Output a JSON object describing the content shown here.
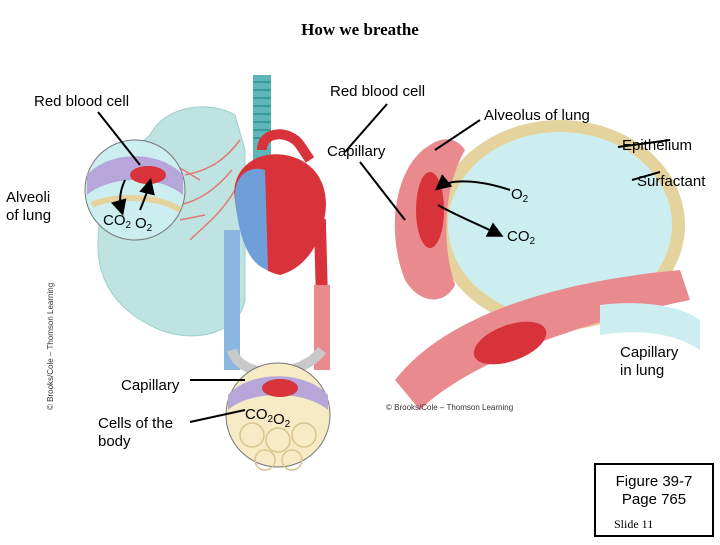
{
  "title": "How we breathe",
  "labels": {
    "rbc_left": "Red blood cell",
    "rbc_right": "Red blood cell",
    "alveolus_of_lung": "Alveolus of lung",
    "capillary_top": "Capillary",
    "epithelium": "Epithelium",
    "surfactant": "Surfactant",
    "alveoli_line1": "Alveoli",
    "alveoli_line2": "of lung",
    "co2_left": "CO",
    "o2_left": "O",
    "o2_right": "O",
    "co2_right": "CO",
    "capillary_in_lung_line1": "Capillary",
    "capillary_in_lung_line2": "in lung",
    "capillary_bottom": "Capillary",
    "cells_line1": "Cells of the",
    "cells_line2": "body",
    "co2_bottom": "CO",
    "o2_bottom": "O",
    "subscript_2": "2",
    "copyright_right": "© Brooks/Cole – Thomson Learning",
    "copyright_left": "© Brooks/Cole – Thomson Learning"
  },
  "figure_ref": {
    "line1": "Figure 39-7",
    "line2": "Page 765",
    "slide": "Slide 11"
  },
  "colors": {
    "lung": "#bfe3e0",
    "alveolus_fill": "#cdeef0",
    "alveolus_wall": "#e4d39c",
    "capillary": "#e98a8f",
    "rbc": "#d8323a",
    "vein": "#8bb6e0",
    "heart_red": "#d8323a",
    "heart_blue": "#6f9fd8",
    "cell_yellow": "#f6ebc4",
    "purple": "#b7a6d9"
  }
}
